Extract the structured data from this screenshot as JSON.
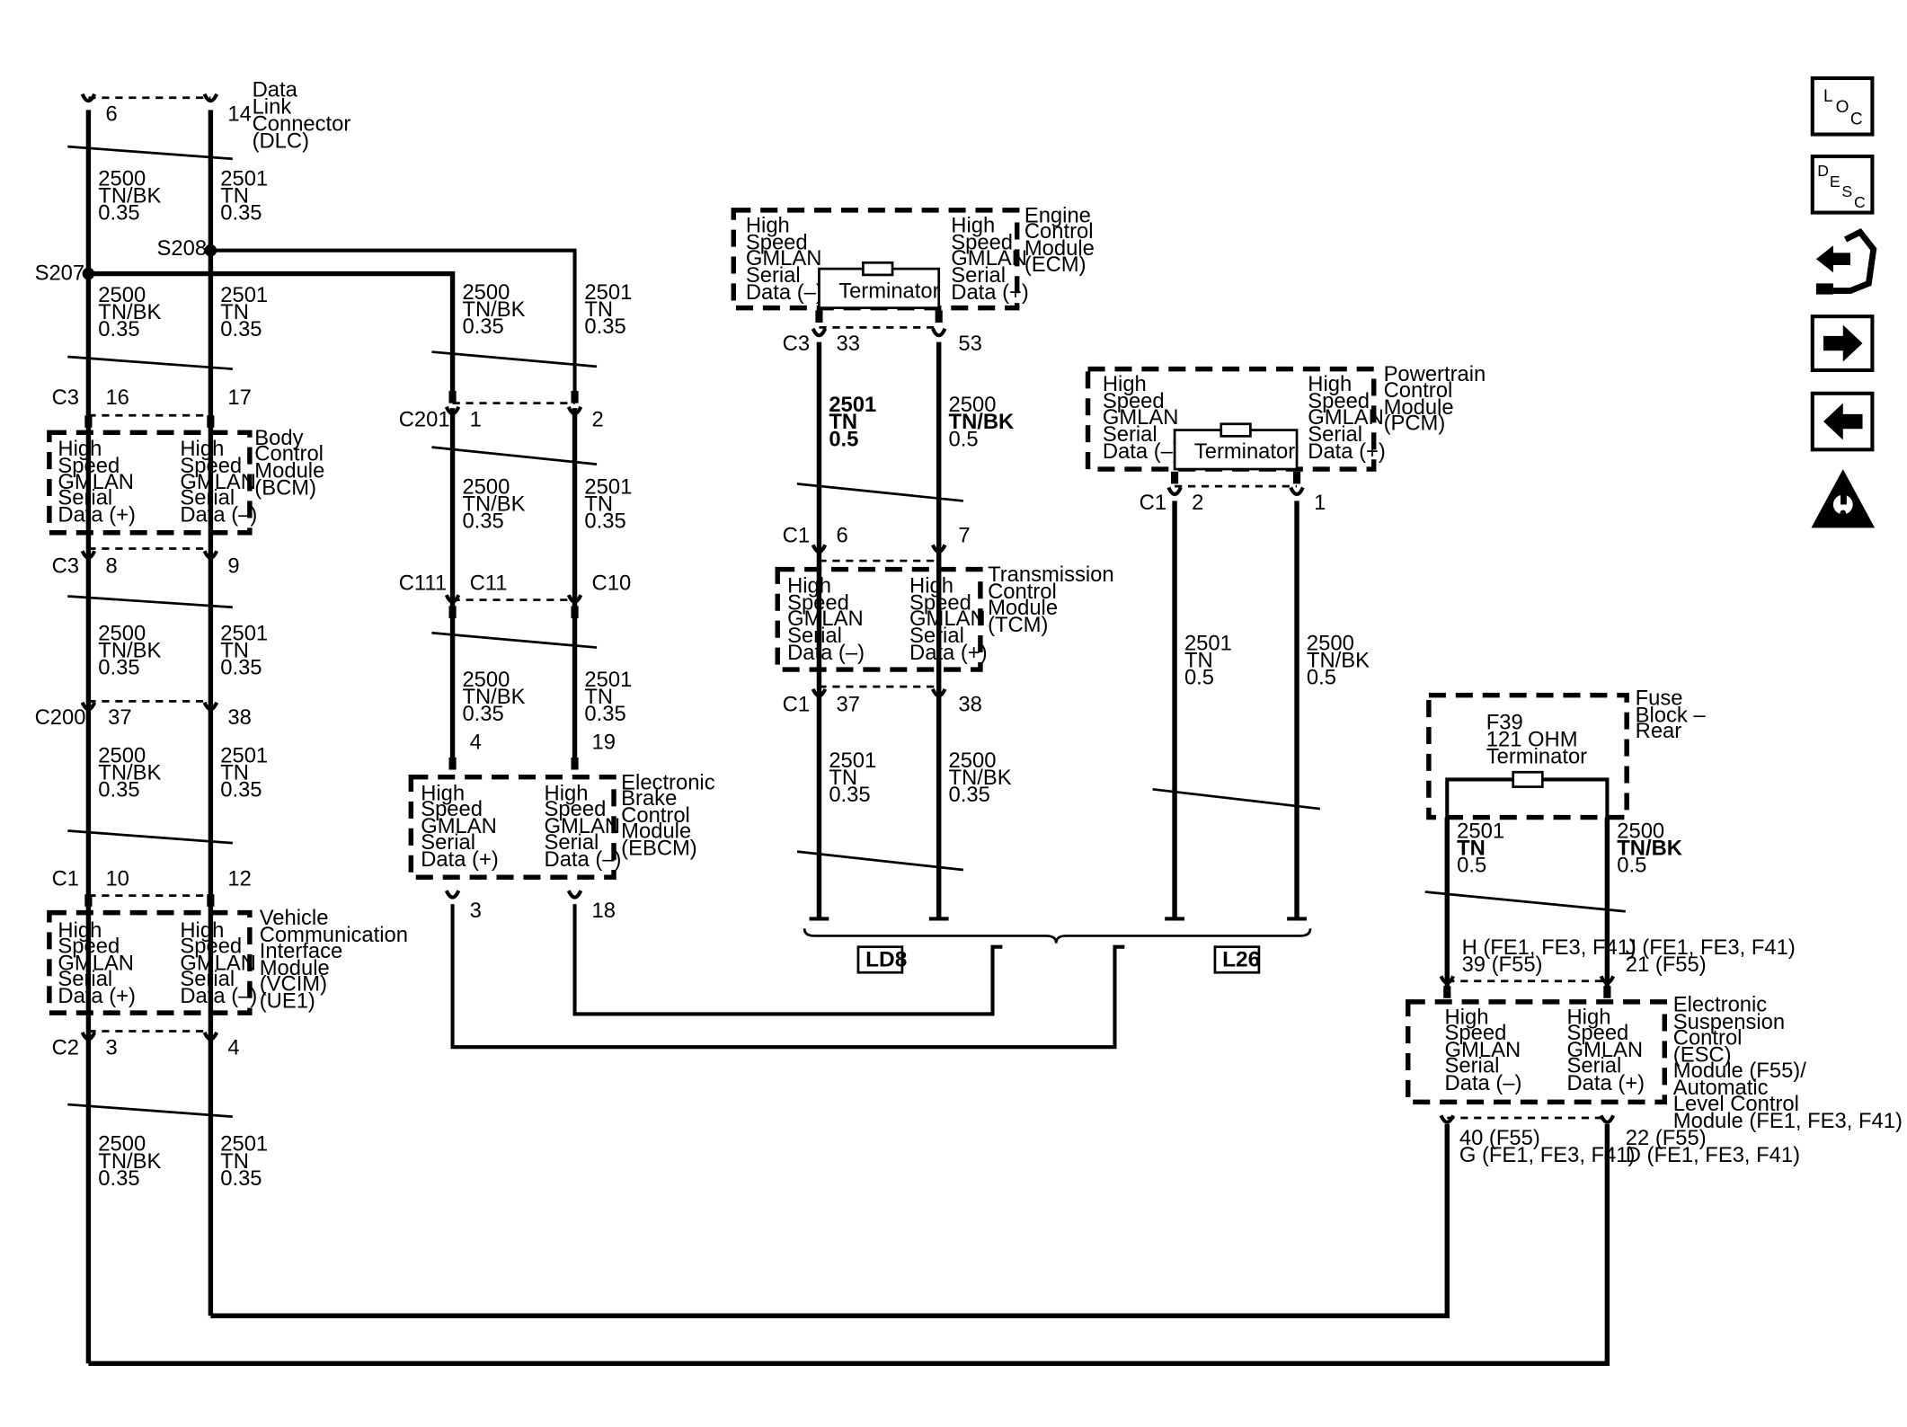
{
  "modules": {
    "dlc": [
      "Data",
      "Link",
      "Connector",
      "(DLC)"
    ],
    "bcm": [
      "Body",
      "Control",
      "Module",
      "(BCM)"
    ],
    "vcim": [
      "Vehicle",
      "Communication",
      "Interface",
      "Module",
      "(VCIM)",
      "(UE1)"
    ],
    "ebcm": [
      "Electronic",
      "Brake",
      "Control",
      "Module",
      "(EBCM)"
    ],
    "ecm": [
      "Engine",
      "Control",
      "Module",
      "(ECM)"
    ],
    "tcm": [
      "Transmission",
      "Control",
      "Module",
      "(TCM)"
    ],
    "pcm": [
      "Powertrain",
      "Control",
      "Module",
      "(PCM)"
    ],
    "fuse_block": [
      "Fuse",
      "Block –",
      "Rear"
    ],
    "esc": [
      "Electronic",
      "Suspension",
      "Control",
      "(ESC)",
      "Module (F55)/",
      "Automatic",
      "Level Control",
      "Module (FE1, FE3, F41)"
    ]
  },
  "pin_text": {
    "pos": [
      "High",
      "Speed",
      "GMLAN",
      "Serial",
      "Data (+)"
    ],
    "neg": [
      "High",
      "Speed",
      "GMLAN",
      "Serial",
      "Data (–)"
    ]
  },
  "terminator": "Terminator",
  "fuse_terminator": [
    "F39",
    "121 OHM",
    "Terminator"
  ],
  "wires": {
    "a035": [
      "2500",
      "TN/BK",
      "0.35"
    ],
    "b035": [
      "2501",
      "TN",
      "0.35"
    ],
    "a05": [
      "2500",
      "TN/BK",
      "0.5"
    ],
    "b05": [
      "2501",
      "TN",
      "0.5"
    ]
  },
  "splices": {
    "s207": "S207",
    "s208": "S208"
  },
  "connectors": {
    "c3": "C3",
    "c200": "C200",
    "c1": "C1",
    "c2": "C2",
    "c201": "C201",
    "c111": "C111",
    "c11": "C11",
    "c10": "C10"
  },
  "pins": {
    "dlc_6": "6",
    "dlc_14": "14",
    "bcm_16": "16",
    "bcm_17": "17",
    "bcm_8": "8",
    "bcm_9": "9",
    "c200_37": "37",
    "c200_38": "38",
    "vcim_10": "10",
    "vcim_12": "12",
    "vcim_3": "3",
    "vcim_4": "4",
    "c201_1": "1",
    "c201_2": "2",
    "ebcm_4": "4",
    "ebcm_19": "19",
    "ebcm_3": "3",
    "ebcm_18": "18",
    "ecm_33": "33",
    "ecm_53": "53",
    "tcm_6": "6",
    "tcm_7": "7",
    "tcm_37": "37",
    "tcm_38": "38",
    "pcm_2": "2",
    "pcm_1": "1",
    "esc_h": "H (FE1, FE3, F41)",
    "esc_39": "39 (F55)",
    "esc_j": "J (FE1, FE3, F41)",
    "esc_21": "21 (F55)",
    "esc_40": "40 (F55)",
    "esc_g": "G (FE1, FE3, F41)",
    "esc_22": "22 (F55)",
    "esc_d": "D (FE1, FE3, F41)"
  },
  "options": {
    "ld8": "LD8",
    "l26": "L26"
  },
  "toolbar": [
    {
      "name": "loc-button",
      "icon": "loc-icon",
      "letters": [
        "L",
        "O",
        "C"
      ]
    },
    {
      "name": "desc-button",
      "icon": "desc-icon",
      "letters": [
        "D",
        "E",
        "S",
        "C"
      ]
    },
    {
      "name": "connector-view-button",
      "icon": "connector-hand-icon"
    },
    {
      "name": "next-button",
      "icon": "arrow-right-icon"
    },
    {
      "name": "previous-button",
      "icon": "arrow-left-icon"
    },
    {
      "name": "caution-button",
      "icon": "warning-icon"
    }
  ]
}
